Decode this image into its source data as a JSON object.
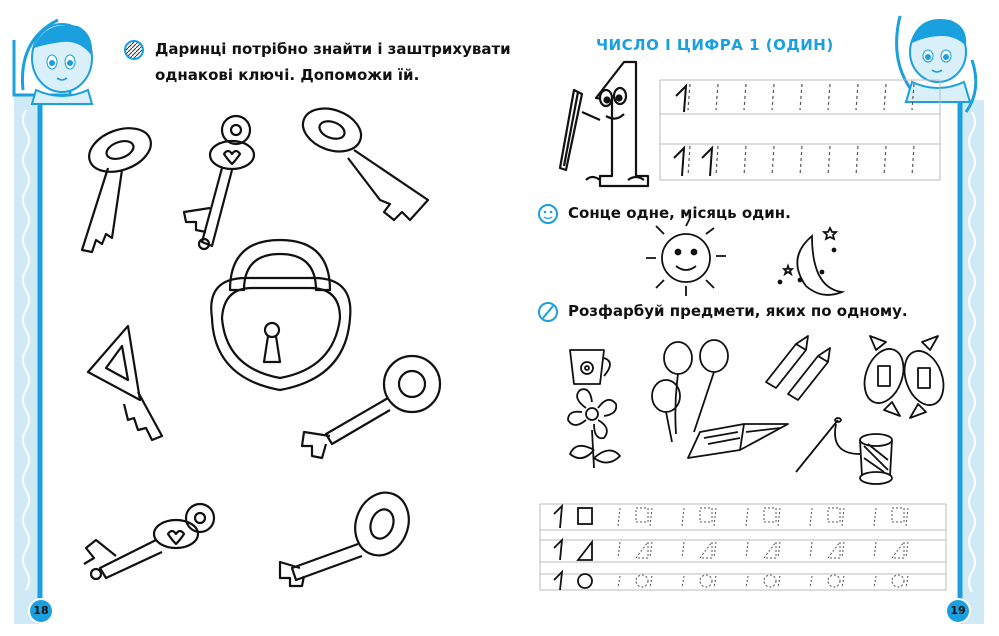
{
  "left_page": {
    "instruction_line1": "Даринці потрібно знайти і заштрихувати",
    "instruction_line2": "однакові ключі. Допоможи їй.",
    "page_number": "18",
    "instruction_icon": "hatched-circle-icon"
  },
  "right_page": {
    "title": "ЧИСЛО І ЦИФРА 1 (ОДИН)",
    "sun_moon_text": "Сонце одне, місяць один.",
    "color_task_text": "Розфарбуй предмети, яких по одному.",
    "page_number": "19",
    "copy_digit": "1",
    "task_icons": [
      "smiley-icon",
      "pencil-brush-icon"
    ]
  },
  "colors": {
    "accent": "#1aa0de",
    "frame_light": "#cfe9f7",
    "ink": "#111111"
  }
}
